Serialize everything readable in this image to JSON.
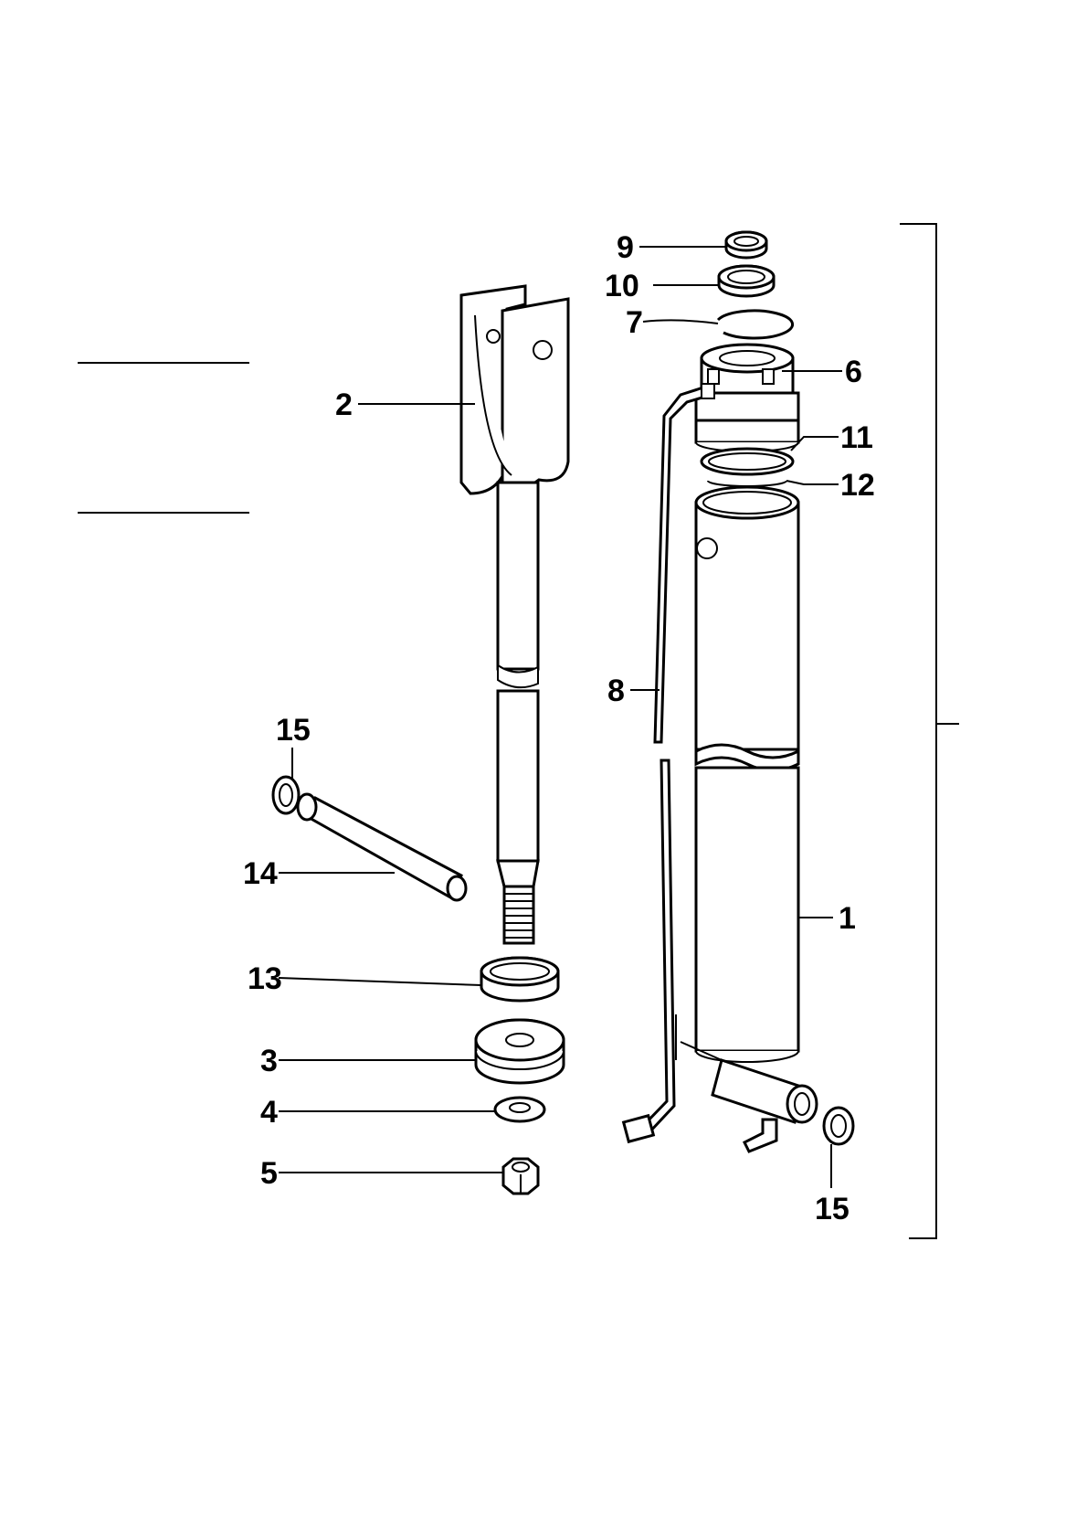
{
  "callouts": {
    "c1": "1",
    "c2": "2",
    "c3": "3",
    "c4": "4",
    "c5": "5",
    "c6": "6",
    "c7": "7",
    "c8": "8",
    "c9": "9",
    "c10": "10",
    "c11": "11",
    "c12": "12",
    "c13": "13",
    "c14": "14",
    "c15a": "15",
    "c15b": "15"
  }
}
